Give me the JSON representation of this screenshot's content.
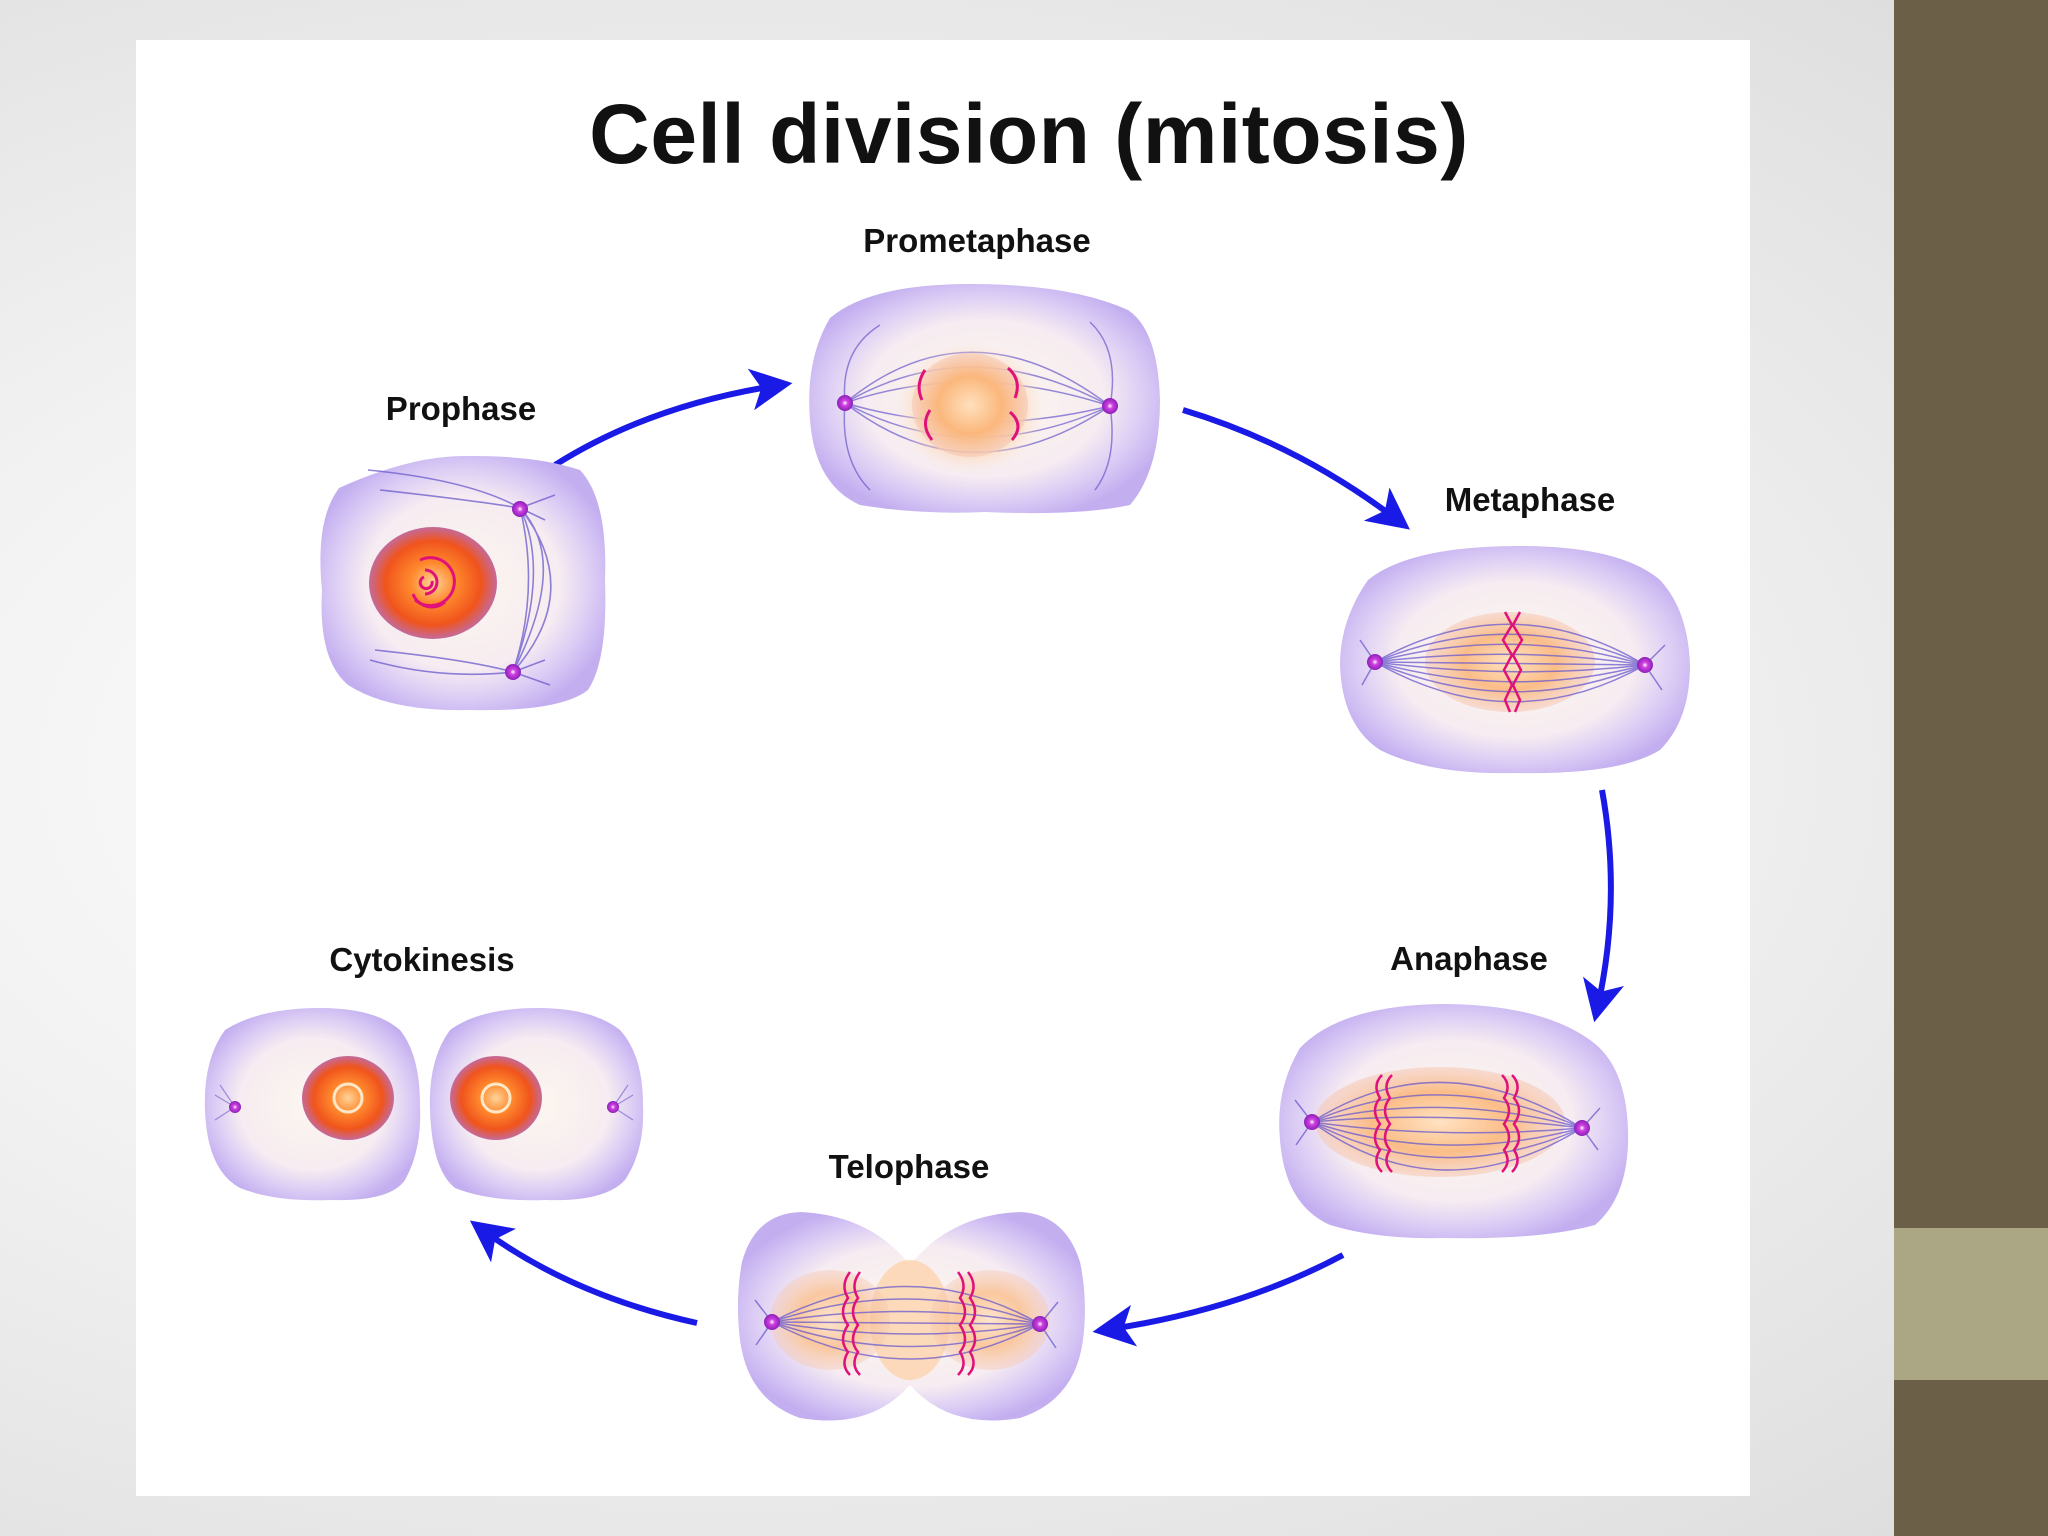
{
  "title": "Cell division (mitosis)",
  "stages": [
    {
      "name": "Prophase"
    },
    {
      "name": "Prometaphase"
    },
    {
      "name": "Metaphase"
    },
    {
      "name": "Anaphase"
    },
    {
      "name": "Telophase"
    },
    {
      "name": "Cytokinesis"
    }
  ],
  "colors": {
    "arrow": "#1a1ae6",
    "cell_outer": "#c9b8f2",
    "cell_inner": "#fbf3ec",
    "nucleus": "#f7a55c",
    "nucleus_core": "#f25a1e",
    "chromosome": "#e0127a",
    "centrosome": "#a020c8",
    "spindle": "#6a5acd",
    "side_bar": "#6b5f48",
    "side_accent": "#aba683"
  }
}
